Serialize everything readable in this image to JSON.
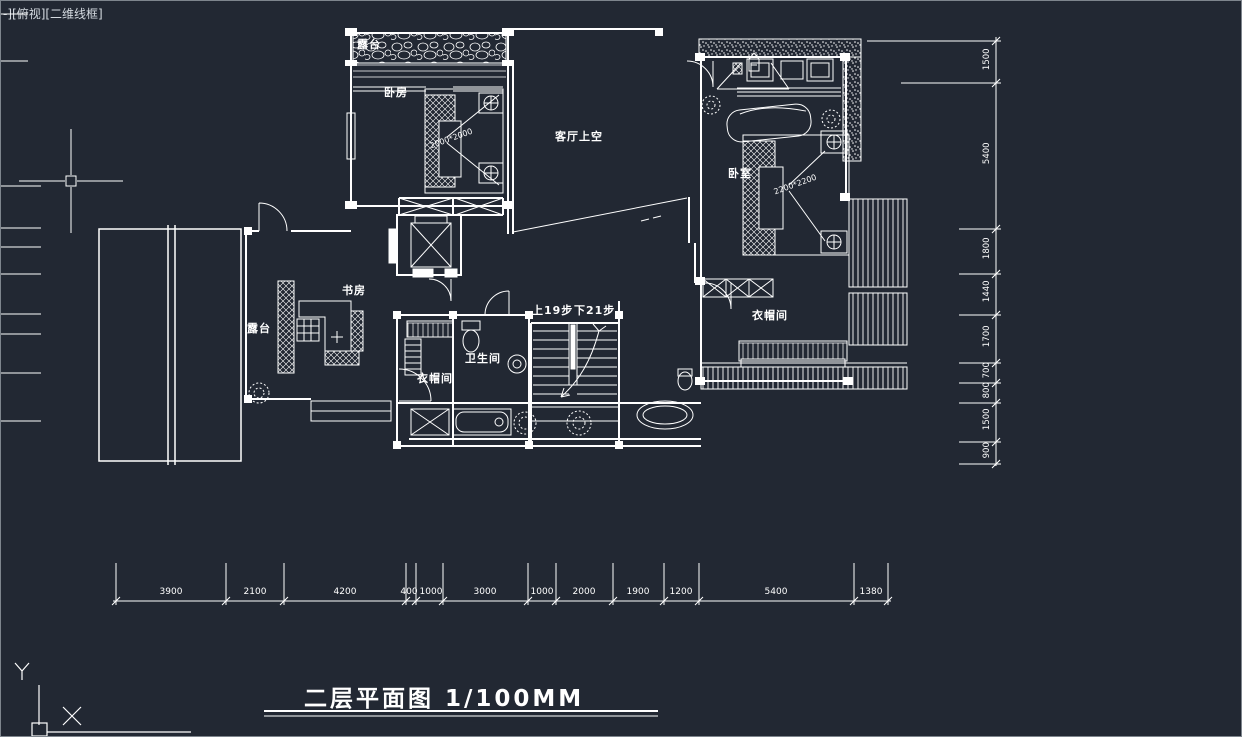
{
  "viewport": {
    "controls": "-][俯视][二维线框]"
  },
  "title": {
    "text": "二层平面图 1/100MM"
  },
  "rooms": {
    "terrace_nw": "露台",
    "bedroom_nw": "卧房",
    "living_void": "客厅上空",
    "bedroom_ne": "卧室",
    "closet_e": "衣帽间",
    "study": "书房",
    "terrace_w": "露台",
    "closet_w": "衣帽间",
    "bathroom": "卫生间"
  },
  "annotations": {
    "bed_nw_size": "2000*2000",
    "bed_ne_size": "2200*2200",
    "stairs_up": "上19步",
    "stairs_down": "下21步"
  },
  "dimensions": {
    "bottom": [
      "3900",
      "2100",
      "4200",
      "400",
      "1000",
      "3000",
      "1000",
      "2000",
      "1900",
      "1200",
      "5400",
      "1380"
    ],
    "right": [
      "1500",
      "5400",
      "1800",
      "1440",
      "1700",
      "700",
      "800",
      "1500",
      "900"
    ]
  },
  "ucs": {
    "x_label": "X",
    "y_label": "Y"
  },
  "colors": {
    "background": "#222833",
    "line": "#ffffff",
    "text": "#e9eef3"
  }
}
